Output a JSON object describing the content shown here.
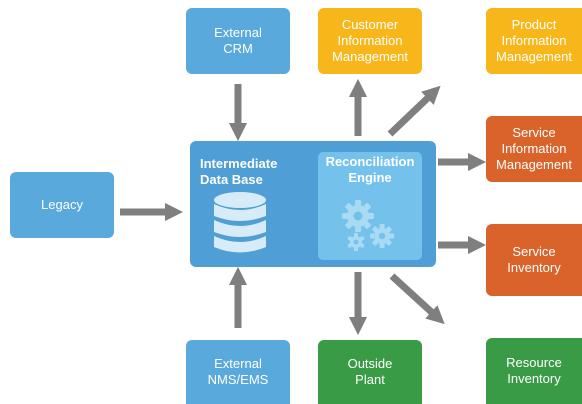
{
  "colors": {
    "blue": "#5aa9dc",
    "hub": "#4f9fd6",
    "engine": "#74c2ec",
    "yellow": "#f7b619",
    "orange": "#d9632a",
    "green": "#3a9b46",
    "arrow": "#7f7f7f"
  },
  "nodes": {
    "external_crm": "External\nCRM",
    "customer_info": "Customer\nInformation\nManagement",
    "product_info": "Product\nInformation\nManagement",
    "service_info": "Service\nInformation\nManagement",
    "service_inventory": "Service\nInventory",
    "resource_inventory": "Resource\nInventory",
    "outside_plant": "Outside\nPlant",
    "external_nms": "External\nNMS/EMS",
    "legacy": "Legacy"
  },
  "hub": {
    "db_title": "Intermediate\nData Base",
    "engine_title": "Reconciliation\nEngine",
    "db_icon": "database-icon",
    "engine_icon": "gears-icon"
  }
}
